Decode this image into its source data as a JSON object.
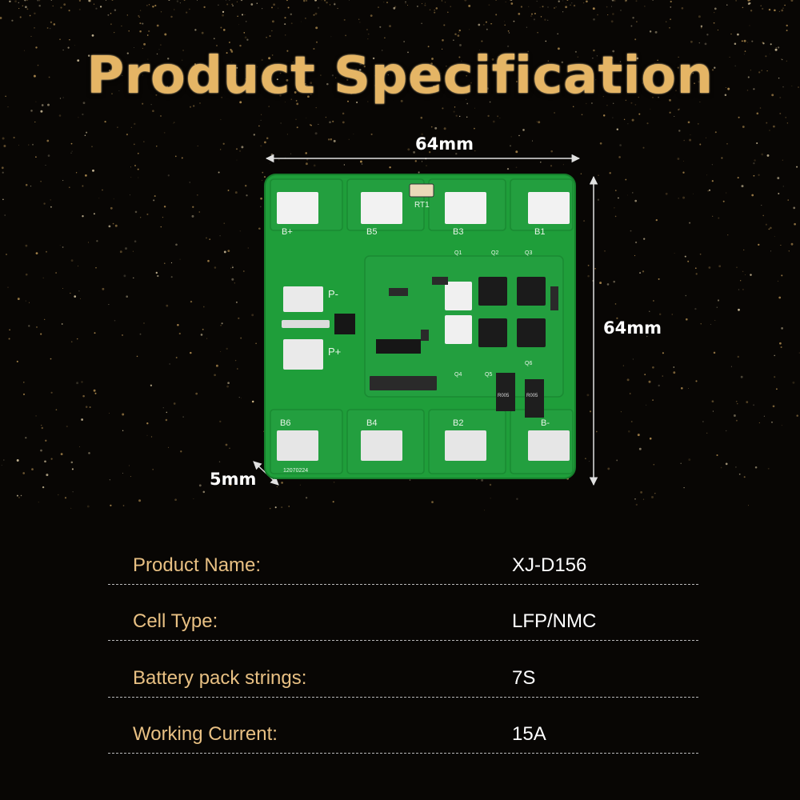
{
  "title": "Product Specification",
  "dimensions": {
    "width": "64mm",
    "height": "64mm",
    "thickness": "5mm"
  },
  "board": {
    "pads_top": [
      "B+",
      "B5",
      "B3",
      "B1"
    ],
    "pads_bottom": [
      "B6",
      "B4",
      "B2",
      "B-"
    ],
    "p_minus": "P-",
    "p_plus": "P+",
    "thermistor": "RT1",
    "resistor_code": "R005",
    "serial": "12070224",
    "mosfet_labels": [
      "Q1",
      "Q2",
      "Q3",
      "Q4",
      "Q5",
      "Q6"
    ]
  },
  "specs": [
    {
      "label": "Product Name:",
      "value": "XJ-D156"
    },
    {
      "label": "Cell Type:",
      "value": "LFP/NMC"
    },
    {
      "label": "Battery pack strings:",
      "value": "7S"
    },
    {
      "label": "Working Current:",
      "value": "15A"
    }
  ],
  "colors": {
    "title": "#e5b565",
    "label": "#e8c083",
    "value": "#ffffff",
    "pcb": "#1f9e3a",
    "background": "#080604"
  }
}
